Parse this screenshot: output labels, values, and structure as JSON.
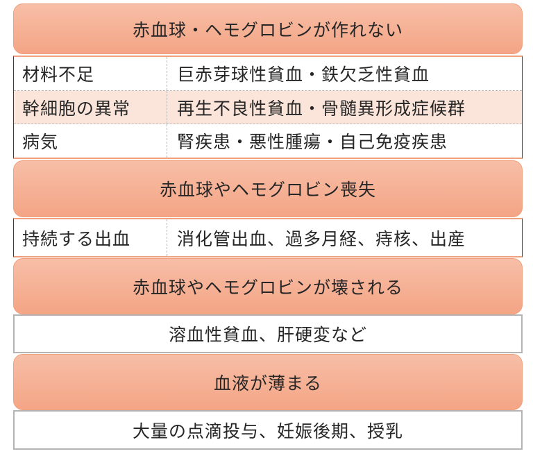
{
  "colors": {
    "header_top": "#f7bea7",
    "header_bottom": "#f4a585",
    "header_border": "#f0a07c",
    "shaded_row": "#fbe5da",
    "text": "#262626"
  },
  "sections": [
    {
      "title": "赤血球・ヘモグロビンが作れない",
      "rows": [
        {
          "label": "材料不足",
          "value": "巨赤芽球性貧血・鉄欠乏性貧血"
        },
        {
          "label": "幹細胞の異常",
          "value": "再生不良性貧血・骨髄異形成症候群"
        },
        {
          "label": "病気",
          "value": "腎疾患・悪性腫瘍・自己免疫疾患"
        }
      ]
    },
    {
      "title": "赤血球やヘモグロビン喪失",
      "rows": [
        {
          "label": "持続する出血",
          "value": "消化管出血、過多月経、痔核、出産"
        }
      ]
    },
    {
      "title": "赤血球やヘモグロビンが壊される",
      "text": "溶血性貧血、肝硬変など"
    },
    {
      "title": "血液が薄まる",
      "text": "大量の点滴投与、妊娠後期、授乳"
    }
  ]
}
